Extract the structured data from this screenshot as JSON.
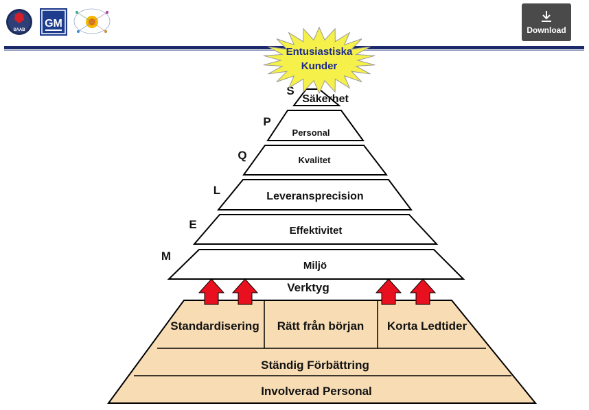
{
  "header": {
    "download_label": "Download",
    "saab_logo_text": "SAAB",
    "gm_logo_text": "GM"
  },
  "star": {
    "line1": "Entusiastiska",
    "line2": "Kunder",
    "color": "#f5f04a",
    "text_color": "#1c2a8a"
  },
  "pyramid_levels": [
    {
      "letter": "S",
      "label": "Säkerhet"
    },
    {
      "letter": "P",
      "label": "Personal"
    },
    {
      "letter": "Q",
      "label": "Kvalitet"
    },
    {
      "letter": "L",
      "label": "Leveransprecision"
    },
    {
      "letter": "E",
      "label": "Effektivitet"
    },
    {
      "letter": "M",
      "label": "Miljö"
    }
  ],
  "tools_label": "Verktyg",
  "base": {
    "pillars": [
      "Standardisering",
      "Rätt från början",
      "Korta Ledtider"
    ],
    "row2": "Ständig Förbättring",
    "row3": "Involverad Personal",
    "fill": "#f7dcb4"
  },
  "arrow_color": "#e8101e"
}
